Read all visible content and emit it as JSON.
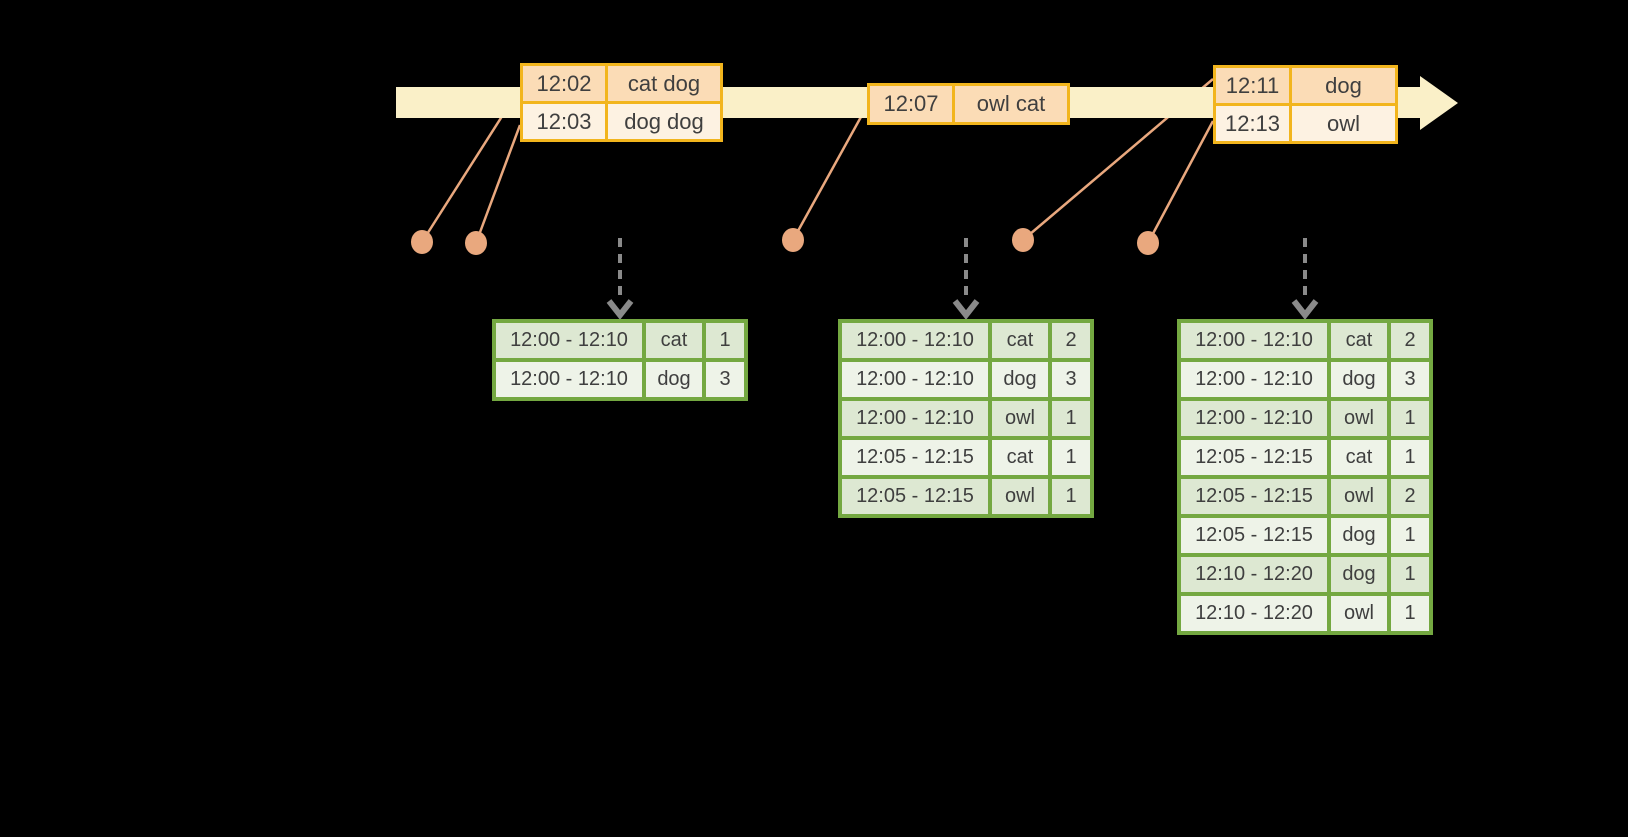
{
  "diagram": {
    "background": "#000000"
  },
  "palette": {
    "timeline_fill": "#FAF0C8",
    "event_table_border": "#F2B51D",
    "event_row_odd": "#FBDCB6",
    "event_row_even": "#FDF2E2",
    "connector_and_dots": "#E9A87E",
    "result_table_border": "#74A841",
    "result_row_odd": "#DDE8D2",
    "result_row_even": "#EEF3E8",
    "dashed_arrow_gray": "#8A8A8A",
    "text": "#3F3F3F"
  },
  "events": [
    {
      "rows": [
        {
          "time": "12:02",
          "words": "cat dog"
        },
        {
          "time": "12:03",
          "words": "dog dog"
        }
      ]
    },
    {
      "rows": [
        {
          "time": "12:07",
          "words": "owl cat"
        }
      ]
    },
    {
      "rows": [
        {
          "time": "12:11",
          "words": "dog"
        },
        {
          "time": "12:13",
          "words": "owl"
        }
      ]
    }
  ],
  "result_tables": [
    {
      "rows": [
        {
          "window": "12:00 - 12:10",
          "word": "cat",
          "count": "1"
        },
        {
          "window": "12:00 - 12:10",
          "word": "dog",
          "count": "3"
        }
      ]
    },
    {
      "rows": [
        {
          "window": "12:00 - 12:10",
          "word": "cat",
          "count": "2"
        },
        {
          "window": "12:00 - 12:10",
          "word": "dog",
          "count": "3"
        },
        {
          "window": "12:00 - 12:10",
          "word": "owl",
          "count": "1"
        },
        {
          "window": "12:05 - 12:15",
          "word": "cat",
          "count": "1"
        },
        {
          "window": "12:05 - 12:15",
          "word": "owl",
          "count": "1"
        }
      ]
    },
    {
      "rows": [
        {
          "window": "12:00 - 12:10",
          "word": "cat",
          "count": "2"
        },
        {
          "window": "12:00 - 12:10",
          "word": "dog",
          "count": "3"
        },
        {
          "window": "12:00 - 12:10",
          "word": "owl",
          "count": "1"
        },
        {
          "window": "12:05 - 12:15",
          "word": "cat",
          "count": "1"
        },
        {
          "window": "12:05 - 12:15",
          "word": "owl",
          "count": "2"
        },
        {
          "window": "12:05 - 12:15",
          "word": "dog",
          "count": "1"
        },
        {
          "window": "12:10 - 12:20",
          "word": "dog",
          "count": "1"
        },
        {
          "window": "12:10 - 12:20",
          "word": "owl",
          "count": "1"
        }
      ]
    }
  ]
}
